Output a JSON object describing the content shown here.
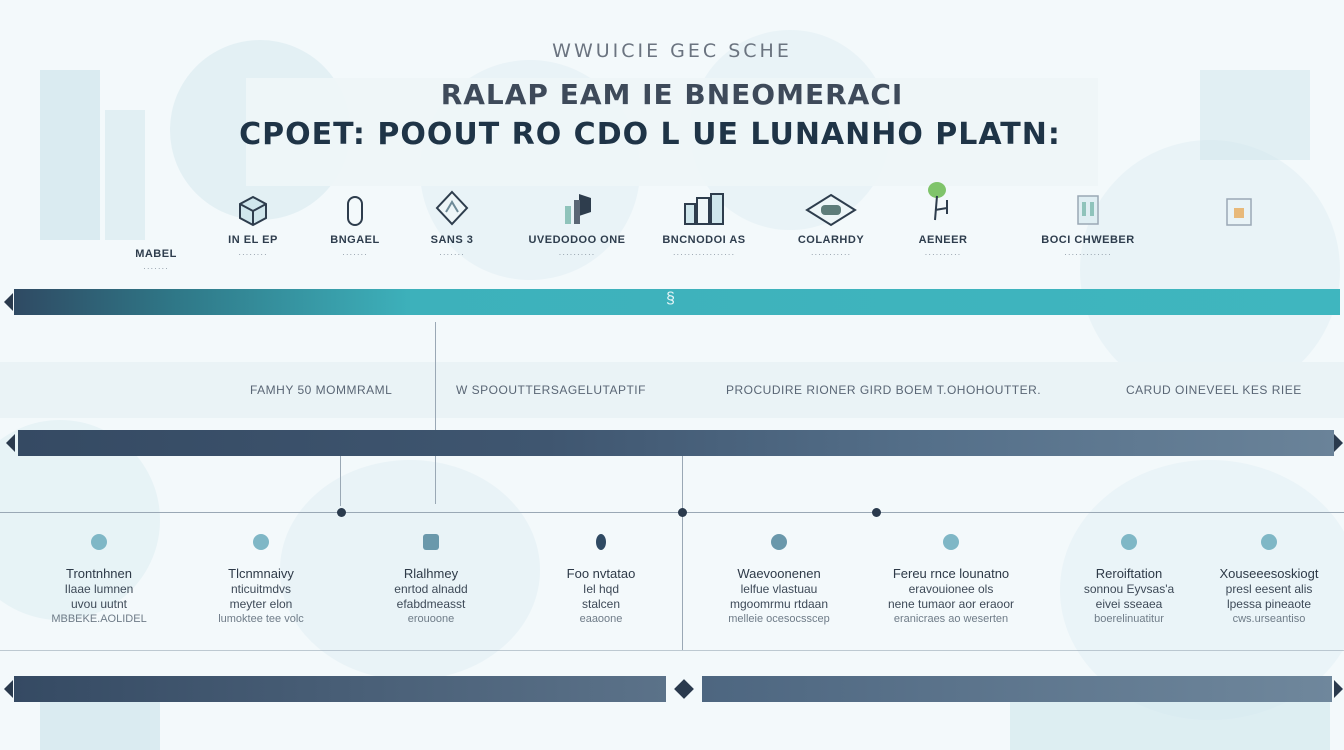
{
  "header": {
    "supertitle": "WWUICIE GEC SCHE",
    "title_line1": "RALAP EAM IE BNEOMERACI",
    "title_line2": "CPOET: POOUT RO CDO L UE LUNANHO PLATN:"
  },
  "icons": [
    {
      "label": "MABEL",
      "sub": "·······",
      "icon": "blank-icon"
    },
    {
      "label": "IN EL EP",
      "sub": "········",
      "icon": "cube-icon"
    },
    {
      "label": "BNGAEL",
      "sub": "·······",
      "icon": "capsule-icon"
    },
    {
      "label": "SANS 3",
      "sub": "·······",
      "icon": "diamond-box-icon"
    },
    {
      "label": "UVEDODOO ONE",
      "sub": "··········",
      "icon": "bottle-icon"
    },
    {
      "label": "BNCNODOI AS",
      "sub": "·················",
      "icon": "blocks-icon"
    },
    {
      "label": "COLARHDY",
      "sub": "···········",
      "icon": "tablet-icon"
    },
    {
      "label": "AENEER",
      "sub": "··········",
      "icon": "plant-icon"
    },
    {
      "label": "BOCI CHWEBER",
      "sub": "·············",
      "icon": "jar-icon"
    }
  ],
  "phases": [
    "FAMHY 50 MOMMRAML",
    "W SPOOUTTERSAGELUTAPTIF",
    "PROCUDIRE RIONER GIRD  BOEM T.OHOHOUTTER.",
    "CARUD OINEVEEL KES RIEE"
  ],
  "steps": [
    {
      "lines": [
        "Trontnhnen",
        "Ilaae lumnen",
        "uvou uutnt"
      ],
      "note": "MBBEKE.AOLIDEL"
    },
    {
      "lines": [
        "Tlcnmnaivy",
        "nticuitmdvs",
        "meyter elon"
      ],
      "note": "lumoktee tee volc"
    },
    {
      "lines": [
        "Rlalhmey",
        "enrtod alnadd",
        "efabdmeasst"
      ],
      "note": "erouoone"
    },
    {
      "lines": [
        "Foo nvtatao",
        "Iel hqd",
        "stalcen"
      ],
      "note": "eaaoone"
    },
    {
      "lines": [
        "Waevoonenen",
        "lelfue vlastuau",
        "mgoomrmu rtdaan"
      ],
      "note": "melleie ocesocsscep"
    },
    {
      "lines": [
        "Fereu rnce lounatno",
        "eravouionee ols",
        "nene tumaor aor eraoor"
      ],
      "note": "eranicraes ao weserten"
    },
    {
      "lines": [
        "Reroiftation",
        "sonnou Eyvsas'a",
        "eivei sseaea"
      ],
      "note": "boerelinuatitur"
    },
    {
      "lines": [
        "Xouseeesoskiogt",
        "presl eesent alis",
        "lpessa pineaote"
      ],
      "note": "cws.urseantiso"
    }
  ],
  "colors": {
    "teal": "#3fb6bf",
    "navy": "#2f4a63",
    "slate": "#5b7289",
    "dot": "#7fb7c6"
  }
}
